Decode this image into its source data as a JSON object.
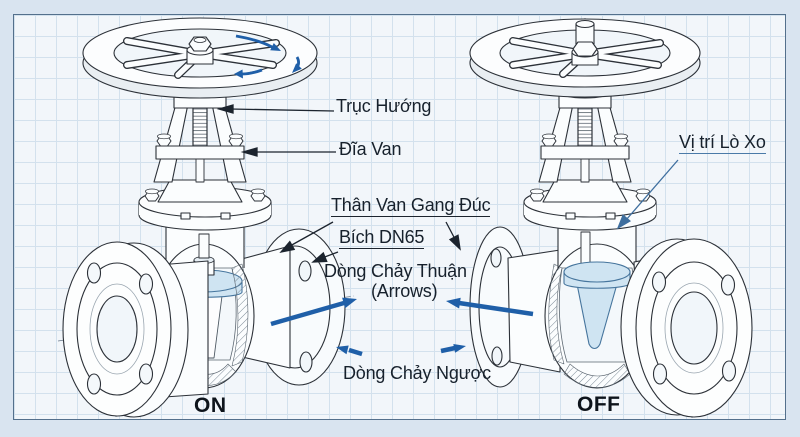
{
  "diagram": {
    "title_implicit": "gate-valve-cutaway-on-off",
    "labels": {
      "truc_huong": "Trục Hướng",
      "dia_van": "Đĩa Van",
      "than_van": "Thân Van Gang Đúc",
      "bich": "Bích DN65",
      "dong_chay_thuan": "Dòng Chảy Thuận",
      "dong_chay_thuan_sub": "(Arrows)",
      "dong_chay_nguoc": "Dòng Chảy Ngược",
      "vi_tri_lo_xo": "Vị trí Lò Xo",
      "state_on": "ON",
      "state_off": "OFF"
    },
    "colors": {
      "outer_background": "#d9e4f0",
      "panel_background": "#f2f6fa",
      "grid_line": "#d3e1ed",
      "frame_border": "#54708c",
      "line_art": "#2c3138",
      "gate_blue_fill": "#cfe4f2",
      "gate_blue_stroke": "#46759d",
      "flow_arrow_blue": "#1f5fa8",
      "label_text": "#17212c"
    }
  }
}
